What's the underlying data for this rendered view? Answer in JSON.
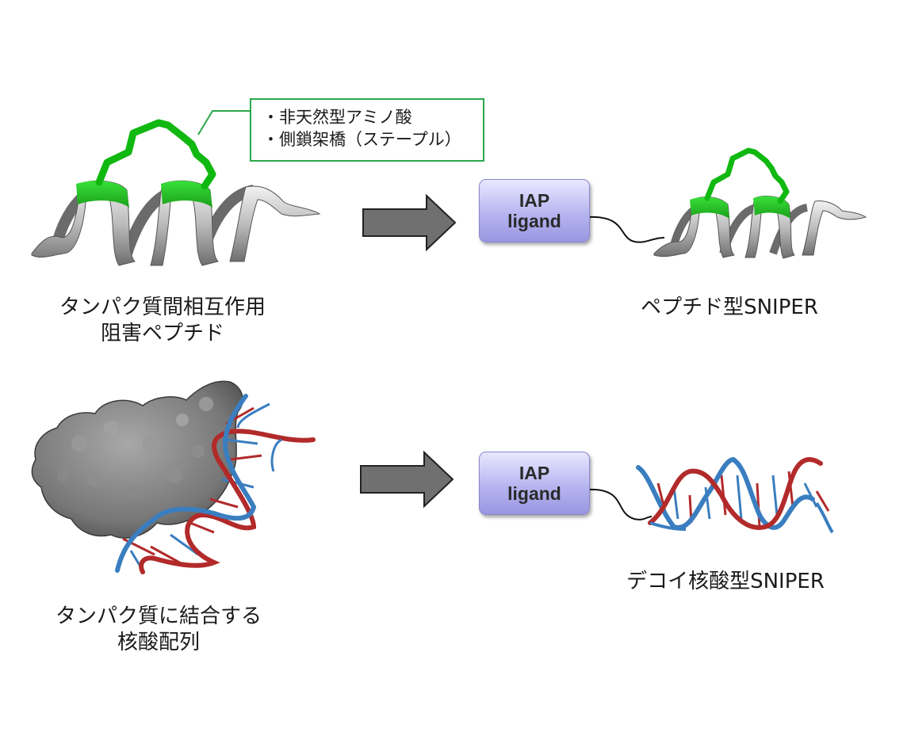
{
  "peptide_section": {
    "source_caption_line1": "タンパク質間相互作用",
    "source_caption_line2": "阻害ペプチド",
    "callout_line1": "・非天然型アミノ酸",
    "callout_line2": "・側鎖架橋（ステープル）",
    "result_caption": "ペプチド型SNIPER",
    "ligand_line1": "IAP",
    "ligand_line2": "ligand"
  },
  "nucleic_section": {
    "source_caption_line1": "タンパク質に結合する",
    "source_caption_line2": "核酸配列",
    "result_caption": "デコイ核酸型SNIPER",
    "ligand_line1": "IAP",
    "ligand_line2": "ligand"
  },
  "colors": {
    "helix": "#8a8a8a",
    "staple": "#22cc22",
    "dna_red": "#b22a2a",
    "dna_blue": "#3a7ec0",
    "arrow": "#707070",
    "ligand": "#b0aef0",
    "callout_border": "#2aa84a"
  }
}
